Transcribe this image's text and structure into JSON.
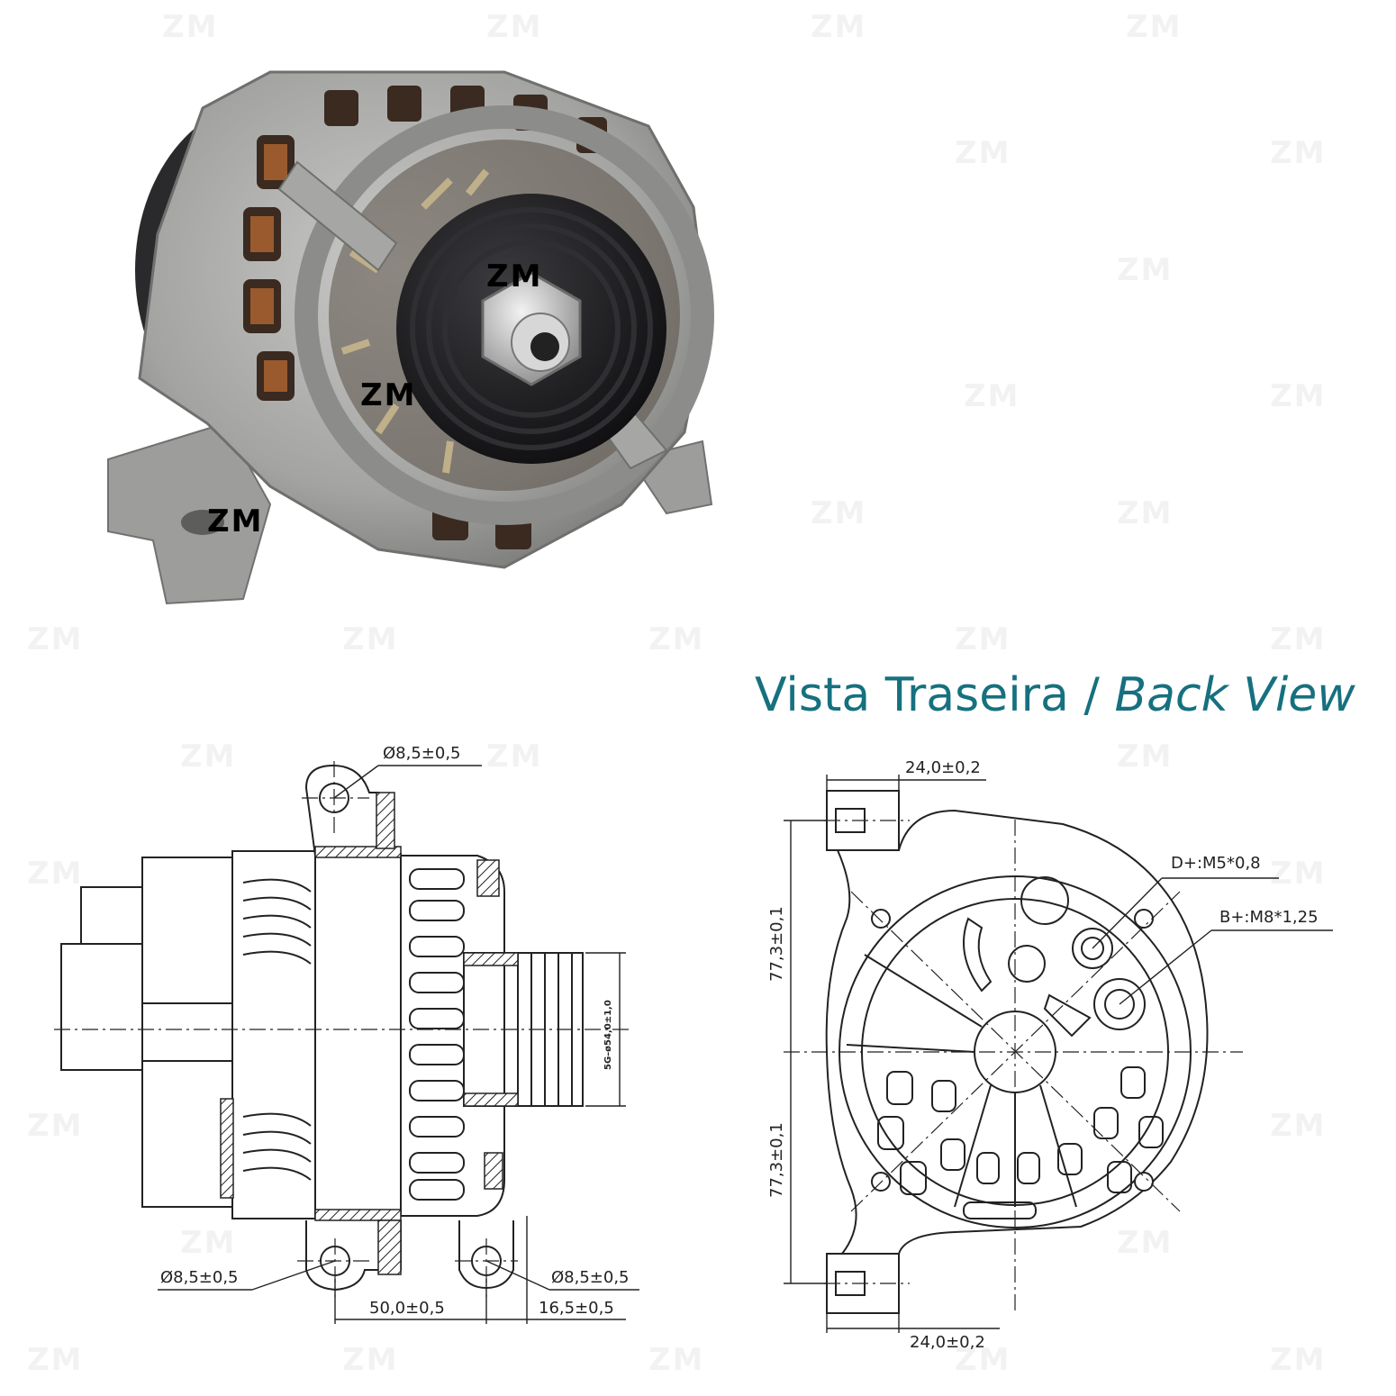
{
  "watermark": {
    "logo_text": "ZM"
  },
  "colors": {
    "title": "#16707f",
    "line": "#222222",
    "housing": "#a9aaa8",
    "pulley": "#1d1d1f",
    "copper": "#9a5a2e"
  },
  "photo": {
    "subject": "alternator-photo"
  },
  "back_view": {
    "title_regular": "Vista Traseira / ",
    "title_italic": "Back View"
  },
  "side_view": {
    "dims": {
      "top_hole": "Ø8,5±0,5",
      "bottom_left_hole": "Ø8,5±0,5",
      "bottom_right_hole": "Ø8,5±0,5",
      "width_main": "50,0±0,5",
      "width_small": "16,5±0,5",
      "pulley": "5G–ø54,0±1,0"
    }
  },
  "rear_view": {
    "dims": {
      "top_width": "24,0±0,2",
      "bottom_width": "24,0±0,2",
      "upper_height": "77,3±0,1",
      "lower_height": "77,3±0,1",
      "terminal_d": "D+:M5*0,8",
      "terminal_b": "B+:M8*1,25"
    }
  }
}
